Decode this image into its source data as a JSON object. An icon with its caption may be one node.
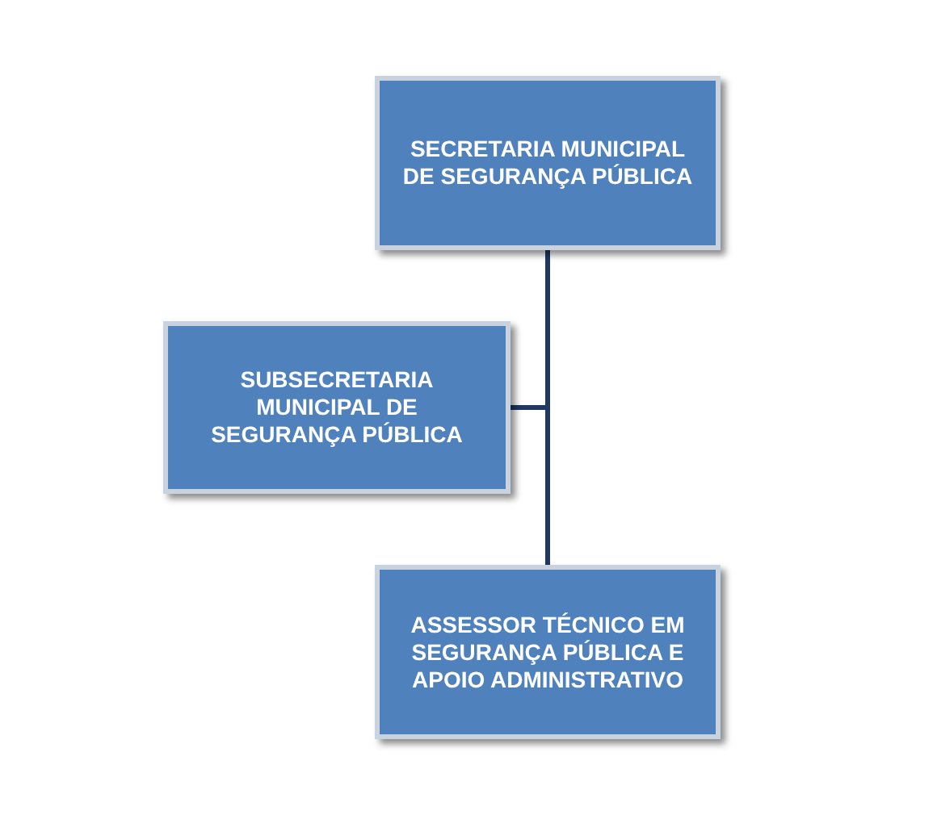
{
  "diagram": {
    "nodes": [
      {
        "text": [
          "SECRETARIA MUNICIPAL DE SEGURANÇA PÚBLICA"
        ]
      },
      {
        "text": [
          "SUBSECRETARIA MUNICIPAL DE SEGURANÇA PÚBLICA"
        ]
      },
      {
        "text": [
          "ASSESSOR TÉCNICO EM SEGURANÇA PÚBLICA E APOIO ADMINISTRATIVO"
        ]
      }
    ],
    "edges": [
      {
        "from": 0,
        "to": 1,
        "arrow": "none"
      },
      {
        "from": 0,
        "to": 2,
        "arrow": "none"
      }
    ]
  }
}
